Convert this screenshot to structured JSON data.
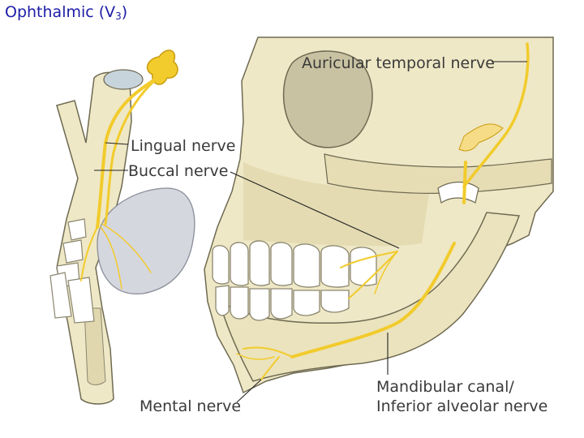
{
  "title": {
    "main": "Ophthalmic (V",
    "sub": "3",
    "close": ")"
  },
  "labels": {
    "auricular": "Auricular temporal nerve",
    "lingual": "Lingual nerve",
    "buccal": "Buccal nerve",
    "mental": "Mental nerve",
    "mandibular_line1": "Mandibular canal/",
    "mandibular_line2": "Inferior alveolar nerve"
  },
  "colors": {
    "bone": "#efe8c6",
    "bone_shadow": "#d8cfa2",
    "outline": "#6e6a52",
    "nerve": "#f2cb2c",
    "nerve_dark": "#c99c10",
    "tooth": "#ffffff",
    "gland": "#d5d7df",
    "leader": "#222222",
    "title": "#1c1ca8"
  }
}
